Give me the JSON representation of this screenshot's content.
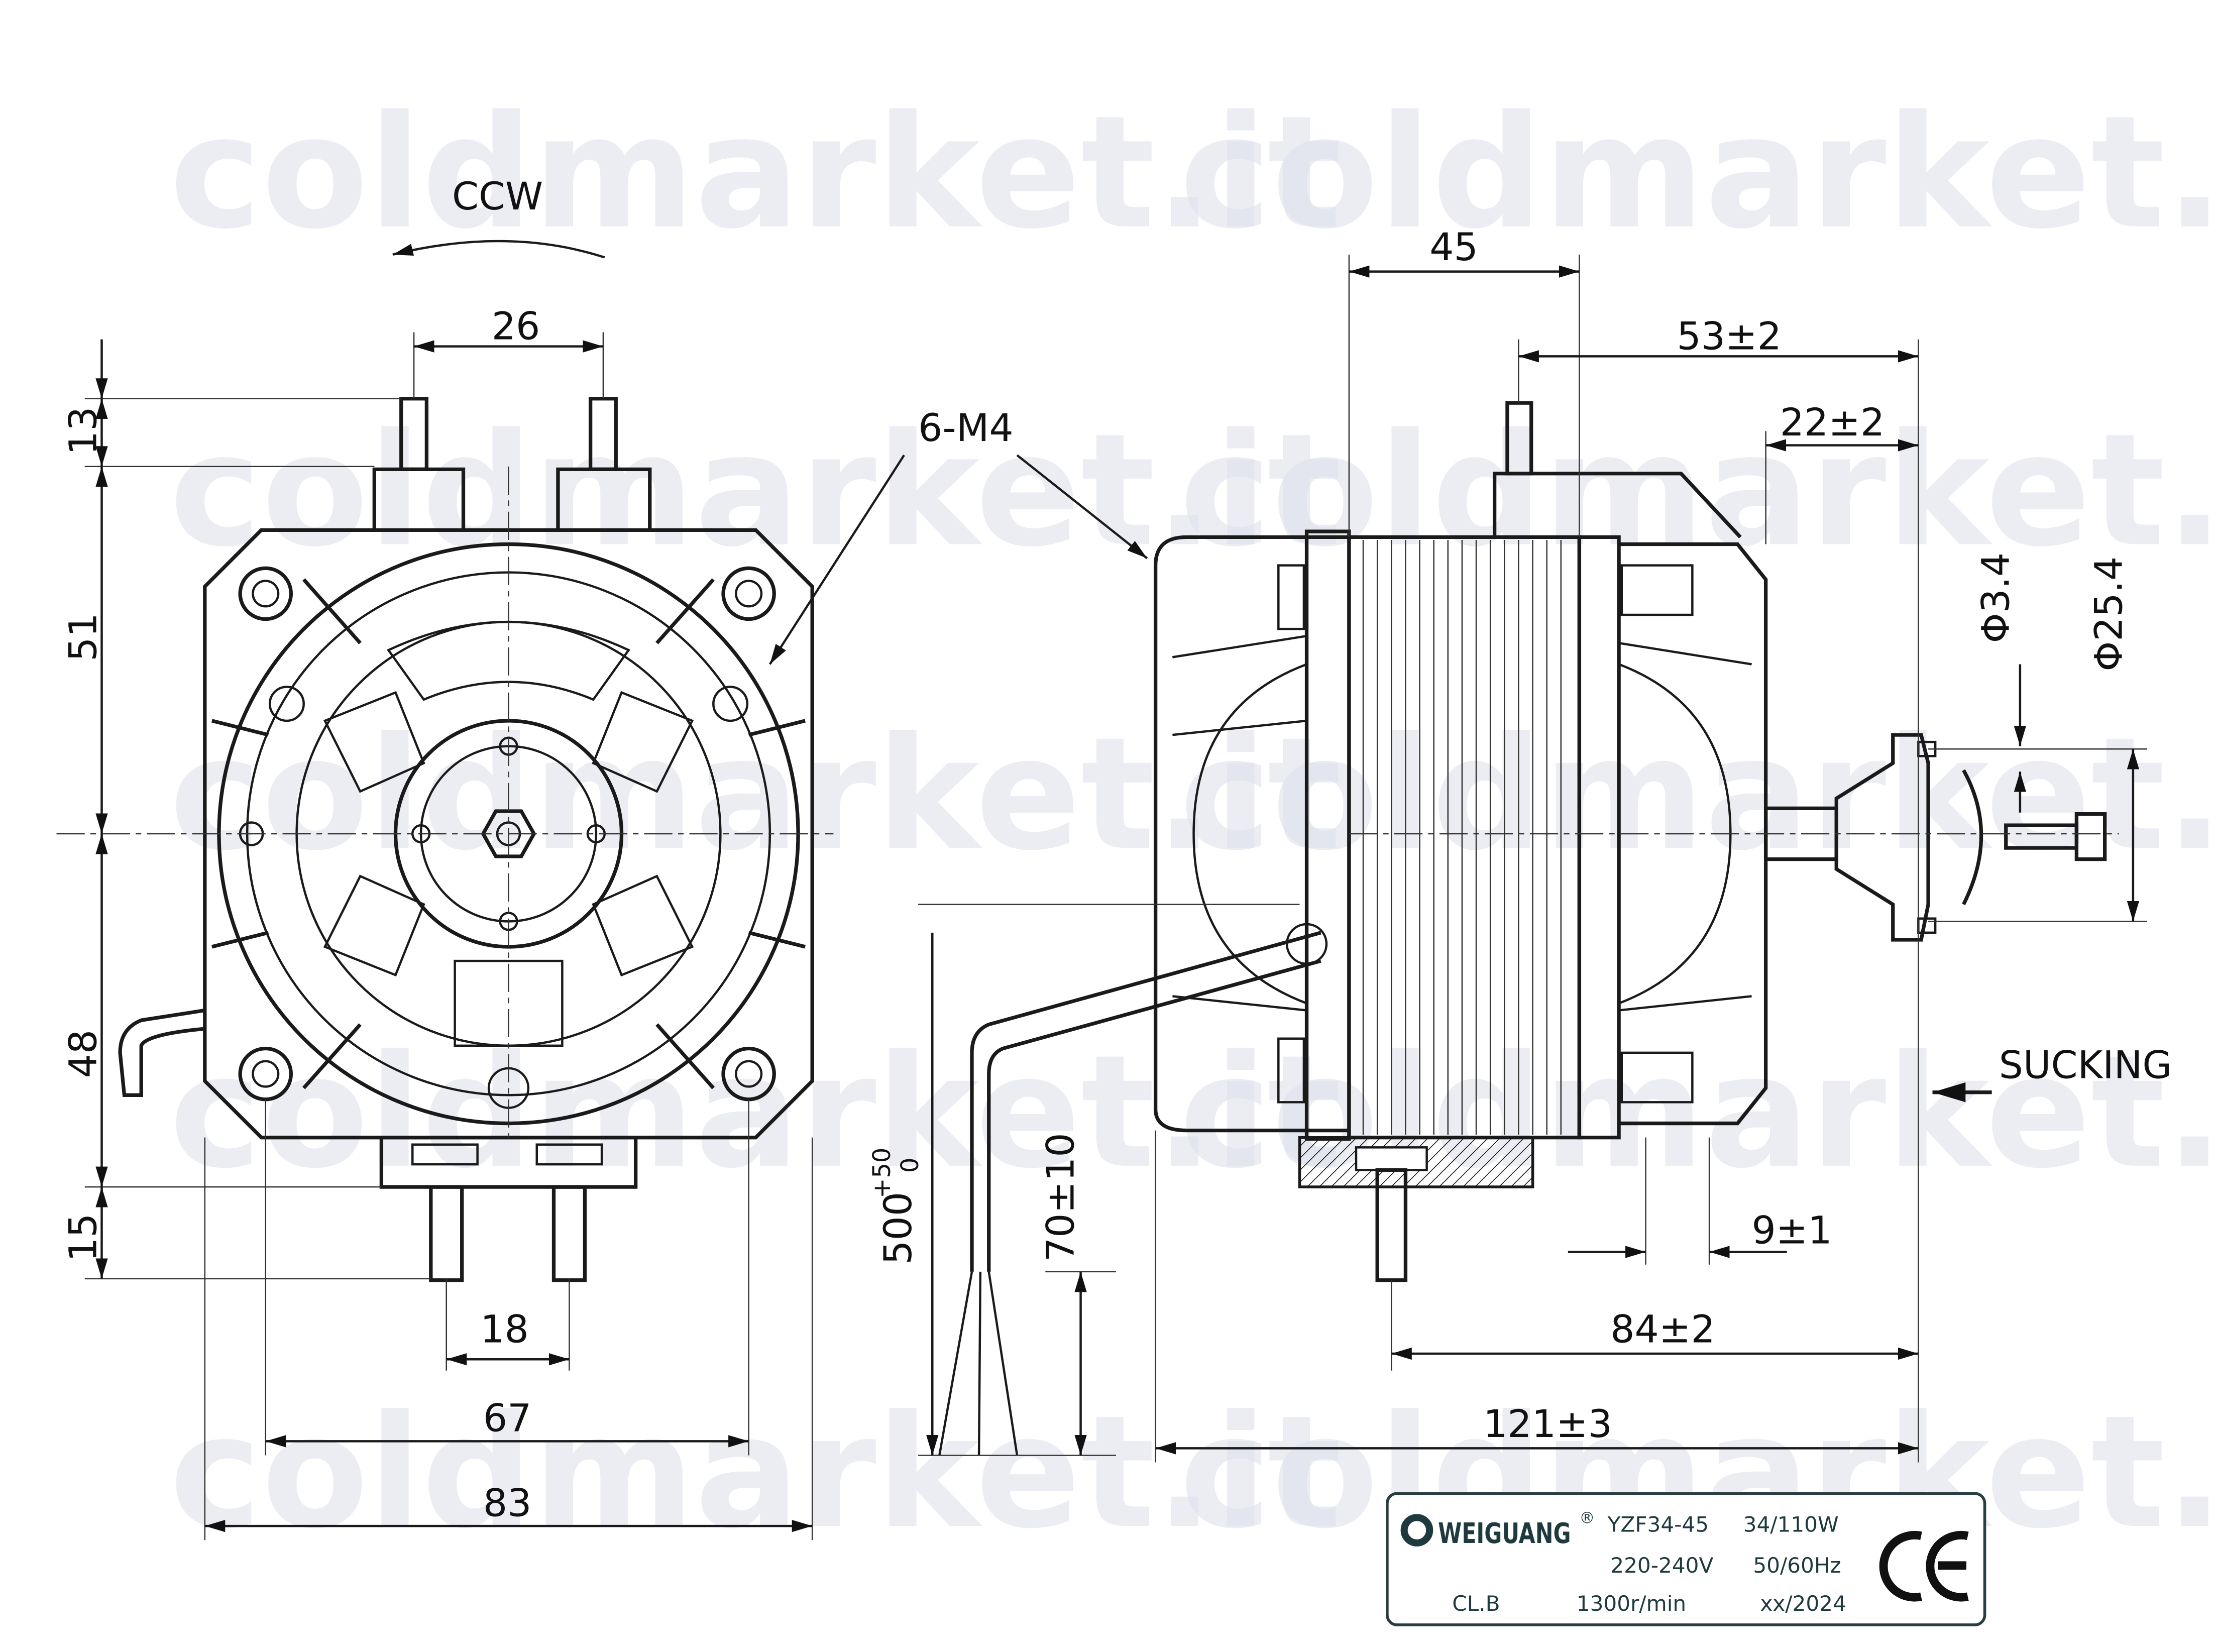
{
  "watermark": "coldmarket.it",
  "front_view": {
    "rotation": "CCW",
    "dims": {
      "terminal_spacing": "26",
      "terminal_height": "13",
      "upper_half": "51",
      "lower_half": "48",
      "bottom_terminal": "15",
      "bottom_spacing": "18",
      "hole_spacing": "67",
      "width": "83"
    },
    "thread_callout": "6-M4"
  },
  "side_view": {
    "dims": {
      "stator": "45",
      "terminal_to_hub": "53±2",
      "shaft_length": "22±2",
      "shaft_bore": "Φ3.4",
      "hub_dia": "Φ25.4",
      "lead_length": "500",
      "lead_tol_upper": "+50",
      "lead_tol_lower": "0",
      "strip_length": "70±10",
      "offset": "9±1",
      "bottom_to_hub": "84±2",
      "overall": "121±3"
    },
    "airflow_label": "SUCKING"
  },
  "nameplate": {
    "brand": "WEIGUANG",
    "registered": "®",
    "model": "YZF34-45",
    "power": "34/110W",
    "voltage": "220-240V",
    "frequency": "50/60Hz",
    "insulation": "CL.B",
    "speed": "1300r/min",
    "date": "xx/2024",
    "mark": "CE"
  }
}
